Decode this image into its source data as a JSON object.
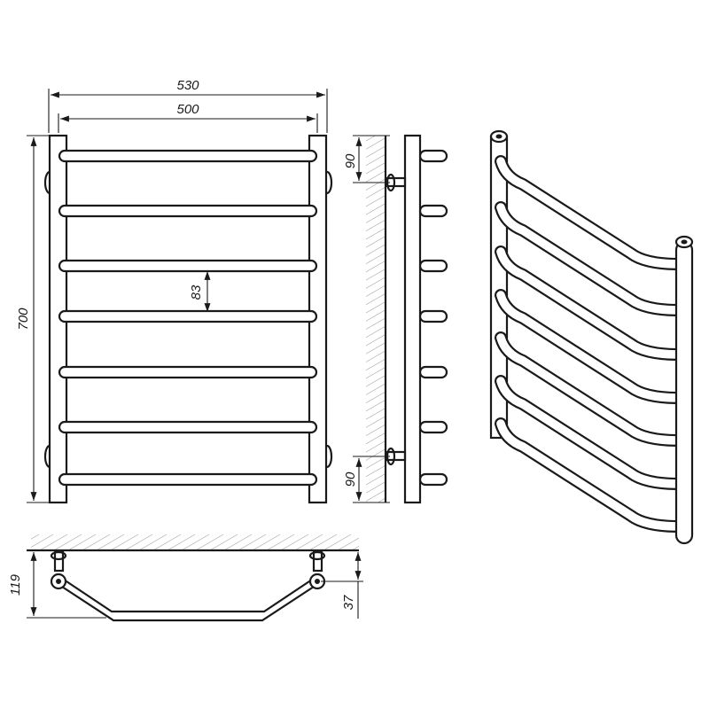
{
  "dimensions": {
    "overall_width": "530",
    "pipe_spacing": "500",
    "height": "700",
    "rung_pitch": "83",
    "top_bracket_offset": "90",
    "bottom_bracket_offset": "90",
    "depth_total": "119",
    "depth_offset": "37"
  }
}
